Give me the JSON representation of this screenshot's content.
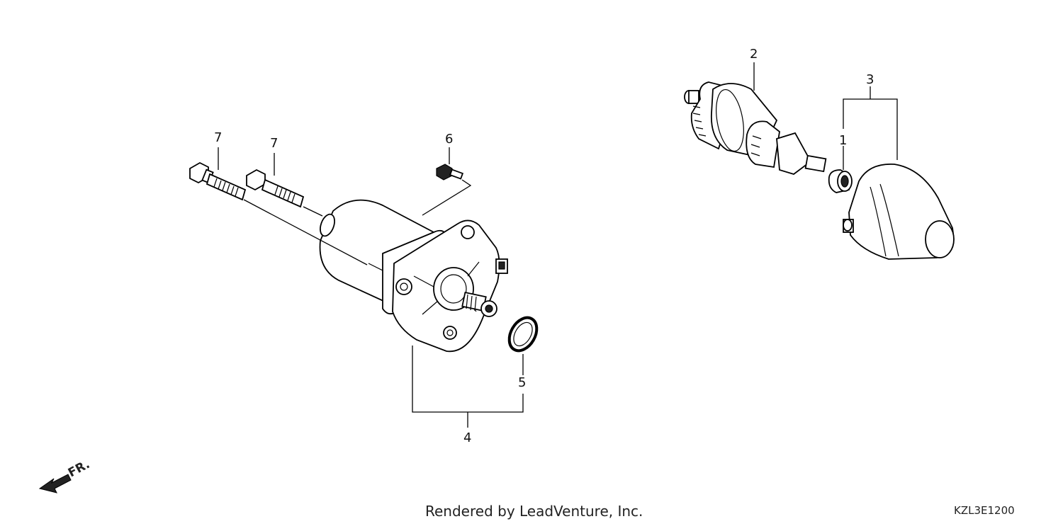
{
  "callouts": [
    {
      "id": "1",
      "label": "1"
    },
    {
      "id": "2",
      "label": "2"
    },
    {
      "id": "3",
      "label": "3"
    },
    {
      "id": "4",
      "label": "4"
    },
    {
      "id": "5",
      "label": "5"
    },
    {
      "id": "6",
      "label": "6"
    },
    {
      "id": "7a",
      "label": "7"
    },
    {
      "id": "7b",
      "label": "7"
    }
  ],
  "direction_marker": {
    "label": "FR.",
    "icon": "front-arrow-icon"
  },
  "footer": {
    "credit": "Rendered by LeadVenture, Inc.",
    "diagram_code": "KZL3E1200"
  }
}
